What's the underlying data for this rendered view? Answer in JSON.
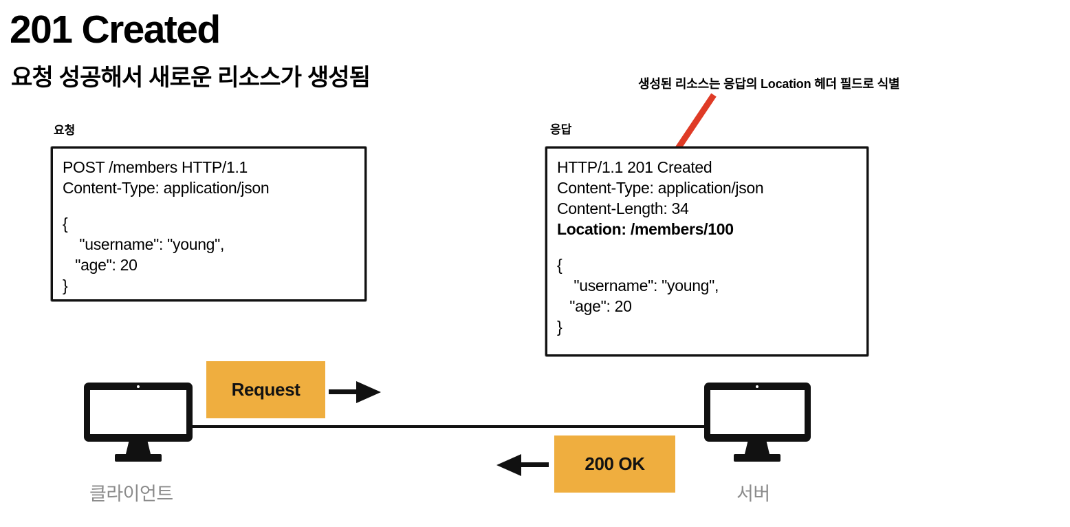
{
  "page": {
    "title": "201 Created",
    "subtitle": "요청 성공해서 새로운 리소스가 생성됨"
  },
  "annotation": {
    "text": "생성된 리소스는 응답의 Location 헤더 필드로 식별",
    "arrow_color": "#df3b26",
    "arrow_name": "red-pointer-arrow"
  },
  "request_panel": {
    "caption": "요청",
    "lines": [
      {
        "text": "POST /members HTTP/1.1",
        "bold": false
      },
      {
        "text": "Content-Type: application/json",
        "bold": false
      },
      {
        "text": "",
        "bold": false
      },
      {
        "text": "{",
        "bold": false
      },
      {
        "text": "    \"username\": \"young\",",
        "bold": false
      },
      {
        "text": "   \"age\": 20",
        "bold": false
      },
      {
        "text": "}",
        "bold": false
      }
    ]
  },
  "response_panel": {
    "caption": "응답",
    "lines": [
      {
        "text": "HTTP/1.1 201 Created",
        "bold": false
      },
      {
        "text": "Content-Type: application/json",
        "bold": false
      },
      {
        "text": "Content-Length: 34",
        "bold": false
      },
      {
        "text": "Location: /members/100",
        "bold": true
      },
      {
        "text": "",
        "bold": false
      },
      {
        "text": "{",
        "bold": false
      },
      {
        "text": "    \"username\": \"young\",",
        "bold": false
      },
      {
        "text": "   \"age\": 20",
        "bold": false
      },
      {
        "text": "}",
        "bold": false
      }
    ]
  },
  "flow": {
    "client_label": "클라이언트",
    "server_label": "서버",
    "request_chip": "Request",
    "response_chip": "200 OK",
    "chip_color": "#efae3f",
    "label_color": "#8b8b8b",
    "request_arrow_direction": "right",
    "response_arrow_direction": "left"
  }
}
